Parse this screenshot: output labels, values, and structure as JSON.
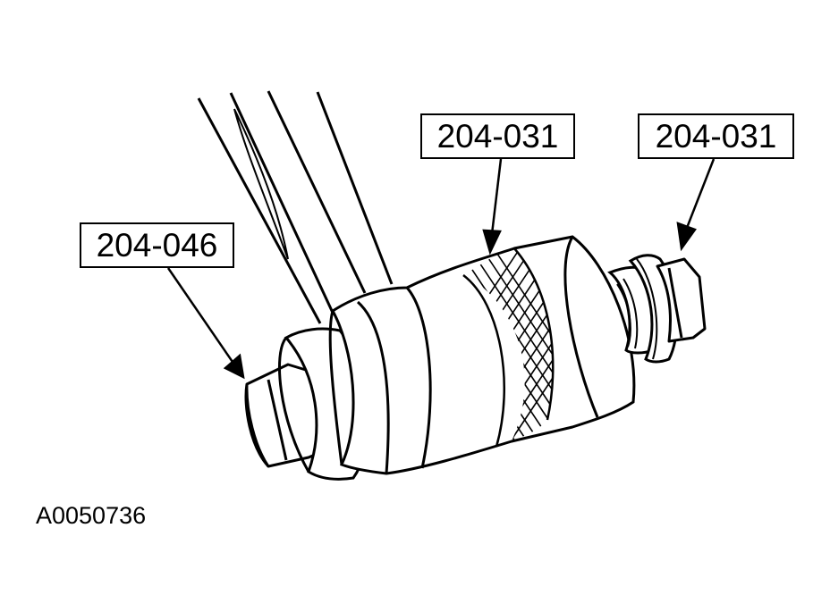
{
  "callouts": {
    "left": "204-046",
    "middle": "204-031",
    "right": "204-031"
  },
  "figure_id": "A0050736"
}
